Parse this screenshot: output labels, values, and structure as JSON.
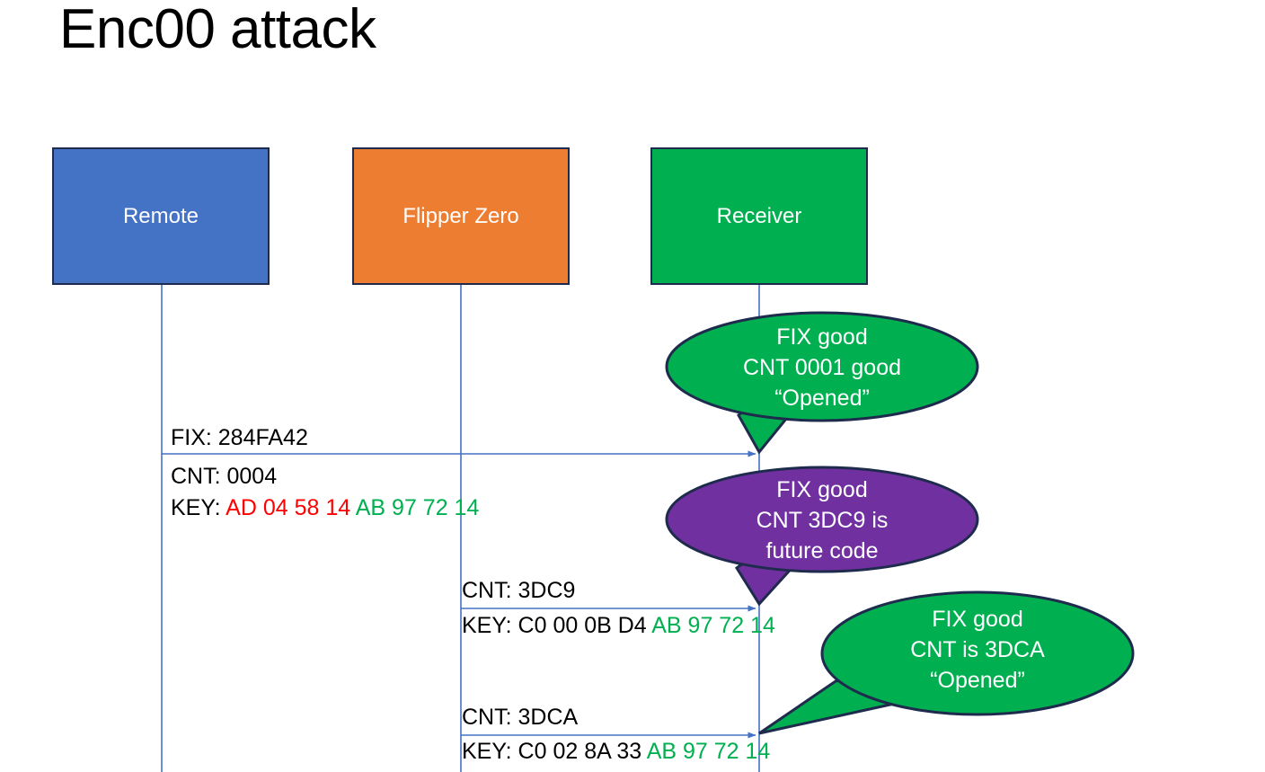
{
  "slide": {
    "title": "Enc00 attack",
    "background": "#FFFFFF"
  },
  "colors": {
    "remote": "#4472C4",
    "flipper": "#ED7D31",
    "receiver": "#00B050",
    "callout_good": "#00B050",
    "callout_future": "#7030A0",
    "border": "#1F2B4D",
    "lifeline": "#4472C4",
    "hex_red": "#FF0000",
    "hex_green": "#00B050",
    "text_black": "#000000"
  },
  "actors": [
    {
      "id": "remote",
      "label": "Remote"
    },
    {
      "id": "flipper",
      "label": "Flipper Zero"
    },
    {
      "id": "receiver",
      "label": "Receiver"
    }
  ],
  "messages": [
    {
      "id": "msg-1",
      "from": "remote",
      "to": "receiver",
      "line_above": "FIX: 284FA42",
      "below_line_1": "CNT: 0004",
      "below_line_2_prefix": "KEY: ",
      "below_line_2_red": "AD 04 58 14",
      "below_line_2_green": " AB 97 72 14"
    },
    {
      "id": "msg-2",
      "from": "flipper",
      "to": "receiver",
      "line_above": "CNT: 3DC9",
      "below_line_1_prefix": "KEY: C0 00 0B D4",
      "below_line_1_green": " AB 97 72 14"
    },
    {
      "id": "msg-3",
      "from": "flipper",
      "to": "receiver",
      "line_above": "CNT: 3DCA",
      "below_line_1_prefix": "KEY: C0 02 8A 33",
      "below_line_1_green": " AB 97 72 14"
    }
  ],
  "callouts": [
    {
      "id": "callout-1",
      "color": "#00B050",
      "lines": "FIX good\nCNT 0001 good\n“Opened”"
    },
    {
      "id": "callout-2",
      "color": "#7030A0",
      "lines": "FIX good\nCNT 3DC9 is\nfuture code"
    },
    {
      "id": "callout-3",
      "color": "#00B050",
      "lines": "FIX good\nCNT is 3DCA\n“Opened”"
    }
  ]
}
